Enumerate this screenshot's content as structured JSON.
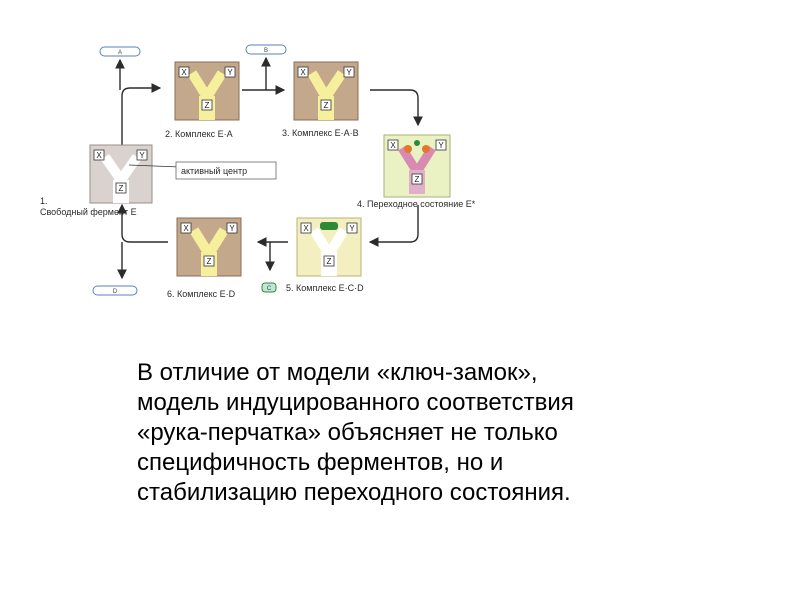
{
  "diagram": {
    "complexes": [
      {
        "id": "free",
        "number": "1.",
        "label": "Свободный фермент  E"
      },
      {
        "id": "ea",
        "label": "2. Комплекс E·A"
      },
      {
        "id": "eab",
        "label": "3. Комплекс E·A·B"
      },
      {
        "id": "transition",
        "label": "4. Переходное состояние E*"
      },
      {
        "id": "ecd",
        "label": "5. Комплекс E·C·D"
      },
      {
        "id": "ed",
        "label": "6. Комплекс E·D"
      }
    ],
    "active_center_label": "активный центр",
    "site_labels": {
      "x": "X",
      "y": "Y",
      "z": "Z"
    },
    "substrates": {
      "a": "A",
      "b": "B",
      "c": "C",
      "d": "D"
    },
    "colors": {
      "enzyme_fill": "#c4a88c",
      "free_enzyme_fill": "#d9d2ce",
      "transition_fill": "#eaf2c4",
      "ecd_fill": "#f3efc0",
      "cleft": "#f6ef9c",
      "tab_blue": "#5e7fbd",
      "product_green": "#2f8a37",
      "arrow": "#2b2b2b"
    }
  },
  "caption": {
    "lines": [
      "В отличие от модели «ключ-замок»,",
      "модель индуцированного соответствия",
      "«рука-перчатка» объясняет не только",
      "специфичность ферментов, но и",
      "стабилизацию переходного состояния."
    ]
  }
}
